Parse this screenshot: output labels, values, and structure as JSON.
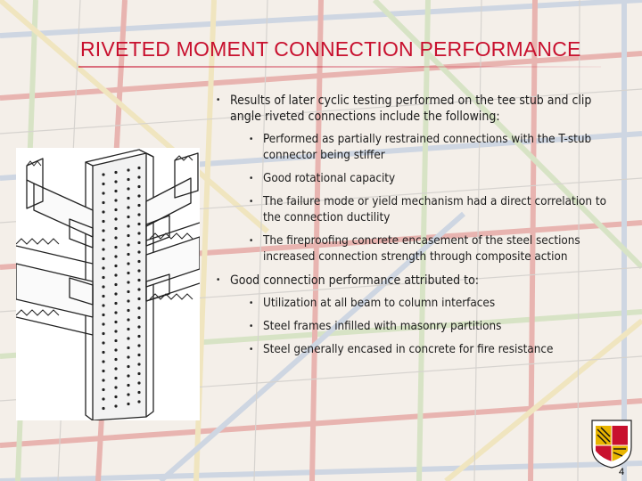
{
  "slide": {
    "title": "RIVETED MOMENT CONNECTION PERFORMANCE",
    "page_number": "4",
    "colors": {
      "title": "#c8102e",
      "background": "#f4efe9",
      "frame_red": "#d23a3a",
      "frame_blue": "#7fa3d6",
      "frame_green": "#9ccc7a",
      "frame_yellow": "#e8d36a"
    },
    "bullets": [
      {
        "text": "Results of later cyclic testing performed on the tee stub and clip angle riveted connections include the following:",
        "sub": [
          "Performed as partially restrained connections with the T-stub connector being stiffer",
          "Good rotational capacity",
          "The failure mode or yield mechanism had a direct correlation to the connection ductility",
          "The fireproofing concrete encasement of the steel sections increased connection strength through composite action"
        ]
      },
      {
        "text": "Good connection performance attributed to:",
        "sub": [
          "Utilization at all beam to column interfaces",
          "Steel frames infilled with masonry partitions",
          "Steel generally encased in concrete for fire resistance"
        ]
      }
    ]
  }
}
